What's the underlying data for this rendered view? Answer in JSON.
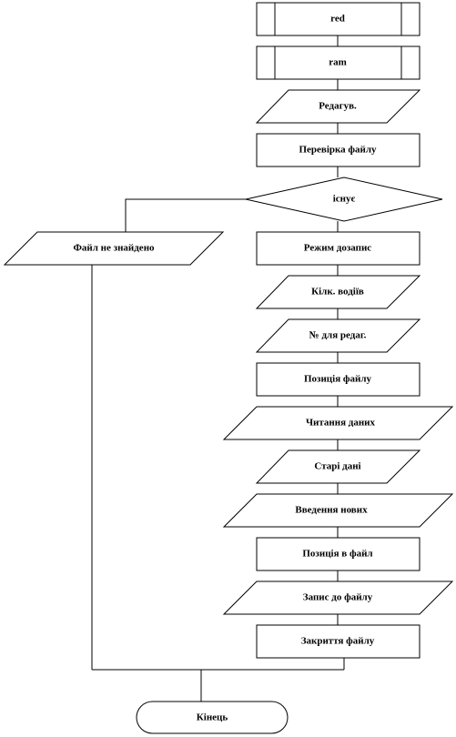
{
  "nodes": {
    "red": "red",
    "ram": "ram",
    "redagug": "Редагув.",
    "perevirka": "Перевірка файлу",
    "isnue": "існує",
    "ne_znaideno": "Файл не знайдено",
    "rezhym": "Режим дозапис",
    "kilk_vodiiv": "Кілк. водіїв",
    "nomer_dlia_redag": "№ для редаг.",
    "pozytsiia_failu": "Позиція файлу",
    "chytannia_danykh": "Читання даних",
    "stari_dani": "Старі дані",
    "vvedennia_novykh": "Введення нових",
    "pozytsiia_v_fail": "Позиція в файл",
    "zapys_do_failu": "Запис до файлу",
    "zakryttia_failu": "Закриття файлу",
    "kinets": "Кінець"
  }
}
